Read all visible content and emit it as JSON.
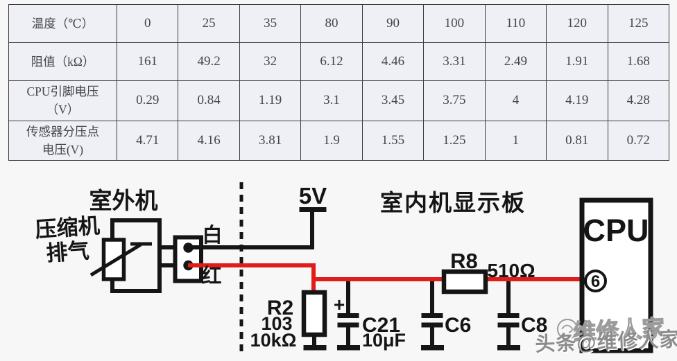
{
  "table": {
    "rows": [
      {
        "header": [
          "温度（℃）"
        ],
        "values": [
          "0",
          "25",
          "35",
          "80",
          "90",
          "100",
          "110",
          "120",
          "125"
        ]
      },
      {
        "header": [
          "阻值（kΩ）"
        ],
        "values": [
          "161",
          "49.2",
          "32",
          "6.12",
          "4.46",
          "3.31",
          "2.49",
          "1.91",
          "1.68"
        ]
      },
      {
        "header": [
          "CPU引脚电压",
          "（V）"
        ],
        "values": [
          "0.29",
          "0.84",
          "1.19",
          "3.1",
          "3.45",
          "3.75",
          "4",
          "4.19",
          "4.28"
        ]
      },
      {
        "header": [
          "传感器分压点",
          "电压(V)"
        ],
        "values": [
          "4.71",
          "4.16",
          "3.81",
          "1.9",
          "1.55",
          "1.25",
          "1",
          "0.81",
          "0.72"
        ]
      }
    ]
  },
  "diagram": {
    "outdoor_unit_label": "室外机",
    "sensor_label_line1": "压缩机",
    "sensor_label_line2": "排气",
    "wire_white_label": "白",
    "wire_red_label": "红",
    "supply_label": "5V",
    "board_label": "室内机显示板",
    "r2_name": "R2",
    "r2_code": "103",
    "r2_value": "10kΩ",
    "c21_polarity": "+",
    "c21_name": "C21",
    "c21_value": "10μF",
    "c6_name": "C6",
    "c8_name": "C8",
    "r8_name": "R8",
    "r8_value": "510Ω",
    "cpu_label": "CPU",
    "cpu_pin_number": "6",
    "colors": {
      "wire_red": "#e11d1a",
      "ink": "#151515"
    }
  },
  "watermark": {
    "text": "头条@维修人家",
    "outline_text": "维修人家"
  }
}
